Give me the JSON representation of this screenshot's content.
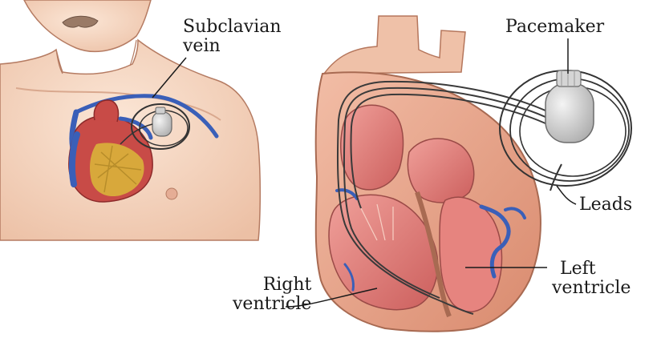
{
  "labels": {
    "subclavian_vein": [
      "Subclavian",
      "vein"
    ],
    "pacemaker": "Pacemaker",
    "leads": "Leads",
    "left_ventricle": [
      "Left",
      "ventricle"
    ],
    "right_ventricle": [
      "Right",
      "ventricle"
    ]
  },
  "colors": {
    "skin": "#f6d8c4",
    "skin_shadow": "#e9b89c",
    "heart_outer": "#e8a58b",
    "heart_inner": "#d9736f",
    "chamber": "#e98a86",
    "vein_blue": "#3a5fb8",
    "coronary_yellow": "#d9b23a",
    "device": "#d8d8d8",
    "lead_wire": "#333333"
  }
}
